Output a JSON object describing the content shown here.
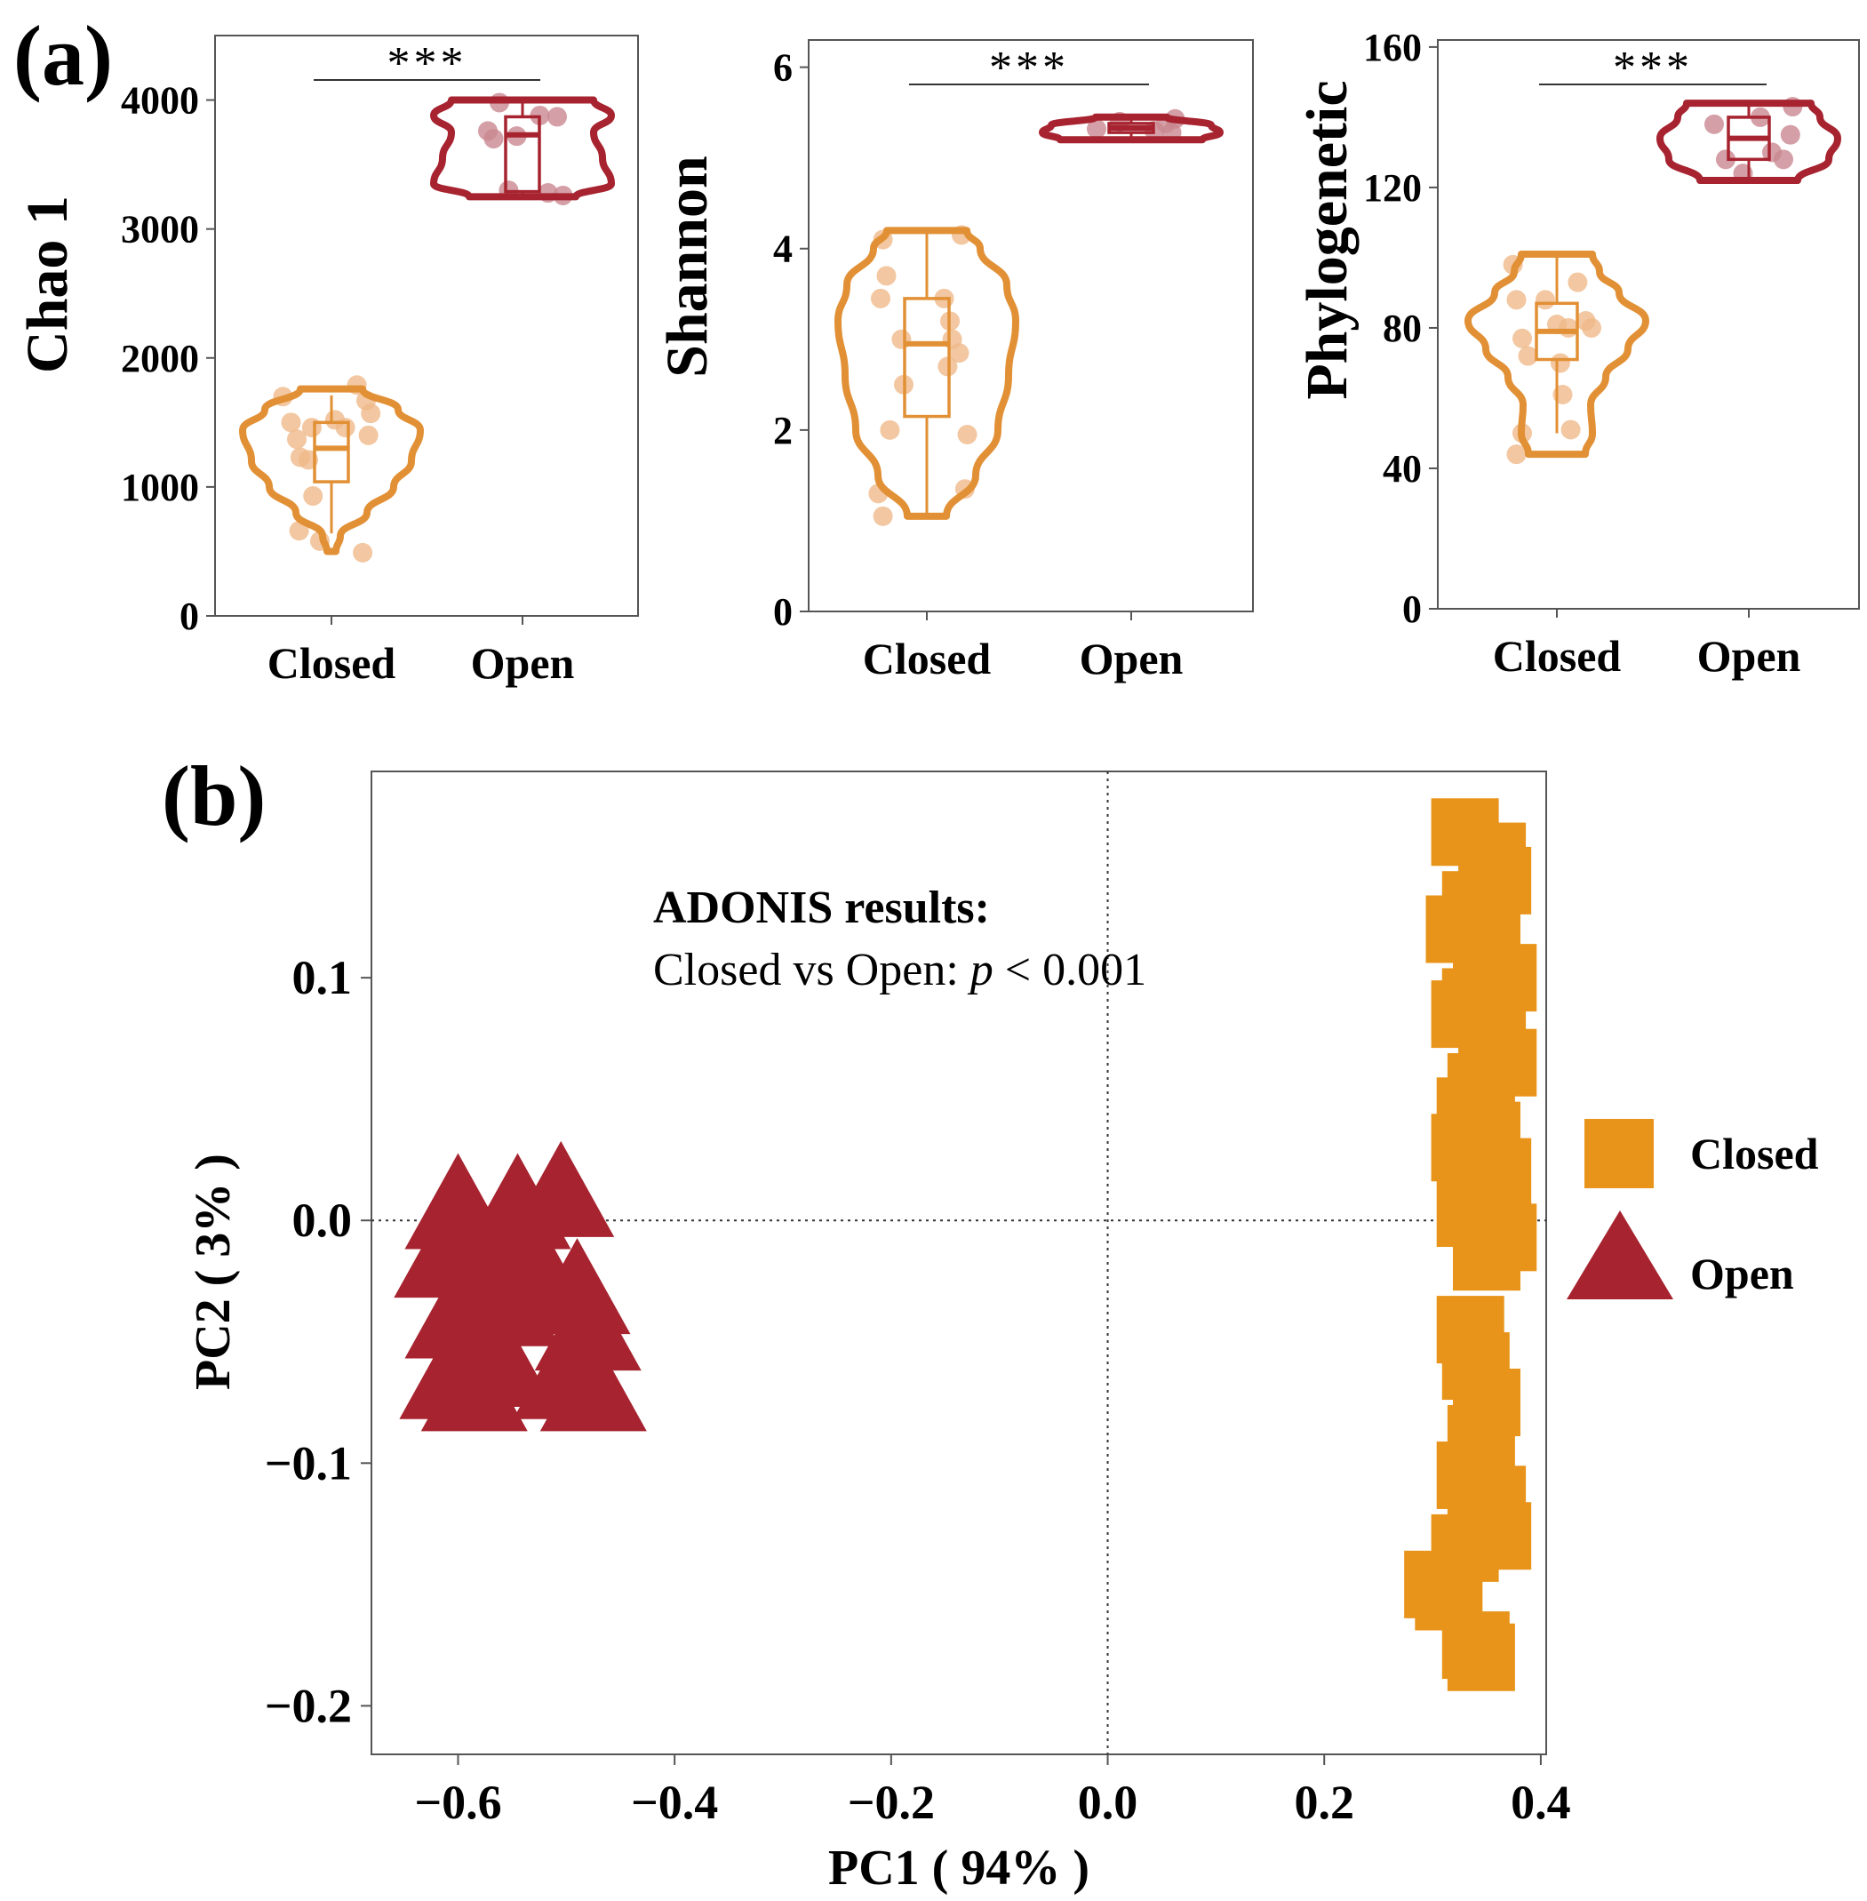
{
  "labels": {
    "panel_a": "(a)",
    "panel_b": "(b)"
  },
  "colors": {
    "closed": "#E8941A",
    "closed_violin": "#E29035",
    "closed_jitter": "#EFB98A",
    "open": "#A6232F",
    "open_jitter": "#C98790"
  },
  "chart_data": [
    {
      "type": "violin",
      "ylabel": "Chao 1",
      "categories": [
        "Closed",
        "Open"
      ],
      "ylim": [
        0,
        4500
      ],
      "yticks": [
        0,
        1000,
        2000,
        3000,
        4000
      ],
      "significance": "***",
      "groups": [
        {
          "name": "Closed",
          "color": "closed",
          "box": {
            "q1": 1040,
            "median": 1300,
            "q3": 1500,
            "whisker_low": 640,
            "whisker_high": 1710
          },
          "violin": [
            [
              500,
              5
            ],
            [
              620,
              10
            ],
            [
              800,
              40
            ],
            [
              1000,
              70
            ],
            [
              1200,
              90
            ],
            [
              1440,
              100
            ],
            [
              1600,
              75
            ],
            [
              1760,
              35
            ]
          ],
          "points": [
            [
              -0.42,
              1700
            ],
            [
              -0.35,
              1500
            ],
            [
              -0.3,
              1370
            ],
            [
              -0.27,
              1230
            ],
            [
              -0.2,
              1210
            ],
            [
              -0.17,
              1460
            ],
            [
              -0.28,
              660
            ],
            [
              -0.1,
              580
            ],
            [
              -0.16,
              930
            ],
            [
              0.03,
              1520
            ],
            [
              0.12,
              1460
            ],
            [
              0.22,
              1790
            ],
            [
              0.3,
              1670
            ],
            [
              0.34,
              1570
            ],
            [
              0.32,
              1400
            ],
            [
              0.27,
              490
            ]
          ]
        },
        {
          "name": "Open",
          "color": "open",
          "box": {
            "q1": 3290,
            "median": 3730,
            "q3": 3870,
            "whisker_low": 3250,
            "whisker_high": 4000
          },
          "violin": [
            [
              3250,
              60
            ],
            [
              3350,
              100
            ],
            [
              3550,
              90
            ],
            [
              3750,
              80
            ],
            [
              3880,
              100
            ],
            [
              4000,
              80
            ]
          ],
          "points": [
            [
              -0.3,
              3760
            ],
            [
              -0.25,
              3700
            ],
            [
              -0.2,
              3980
            ],
            [
              -0.12,
              3300
            ],
            [
              0.15,
              3880
            ],
            [
              0.22,
              3280
            ],
            [
              0.3,
              3870
            ],
            [
              0.35,
              3260
            ],
            [
              -0.05,
              3720
            ]
          ]
        }
      ]
    },
    {
      "type": "violin",
      "ylabel": "Shannon",
      "categories": [
        "Closed",
        "Open"
      ],
      "ylim": [
        0,
        6.3
      ],
      "yticks": [
        0,
        2,
        4,
        6
      ],
      "significance": "***",
      "groups": [
        {
          "name": "Closed",
          "color": "closed",
          "box": {
            "q1": 2.15,
            "median": 2.95,
            "q3": 3.45,
            "whisker_low": 1.05,
            "whisker_high": 4.2
          },
          "violin": [
            [
              1.05,
              22
            ],
            [
              1.5,
              55
            ],
            [
              2.0,
              80
            ],
            [
              2.6,
              92
            ],
            [
              3.2,
              100
            ],
            [
              3.6,
              90
            ],
            [
              4.0,
              60
            ],
            [
              4.2,
              45
            ]
          ],
          "points": [
            [
              -0.38,
              4.1
            ],
            [
              -0.35,
              3.7
            ],
            [
              -0.4,
              3.45
            ],
            [
              -0.22,
              3.0
            ],
            [
              -0.2,
              2.5
            ],
            [
              -0.32,
              2.0
            ],
            [
              -0.42,
              1.3
            ],
            [
              -0.38,
              1.05
            ],
            [
              0.15,
              3.45
            ],
            [
              0.2,
              3.2
            ],
            [
              0.22,
              3.0
            ],
            [
              0.18,
              2.7
            ],
            [
              0.28,
              2.85
            ],
            [
              0.3,
              4.15
            ],
            [
              0.35,
              1.95
            ],
            [
              0.33,
              1.35
            ]
          ]
        },
        {
          "name": "Open",
          "color": "open",
          "box": {
            "q1": 5.28,
            "median": 5.33,
            "q3": 5.38,
            "whisker_low": 5.2,
            "whisker_high": 5.45
          },
          "violin": [
            [
              5.2,
              80
            ],
            [
              5.28,
              100
            ],
            [
              5.36,
              90
            ],
            [
              5.45,
              40
            ]
          ],
          "points": [
            [
              -0.3,
              5.32
            ],
            [
              -0.1,
              5.4
            ],
            [
              0.2,
              5.3
            ],
            [
              0.3,
              5.38
            ],
            [
              0.35,
              5.28
            ],
            [
              0.38,
              5.43
            ]
          ]
        }
      ]
    },
    {
      "type": "violin",
      "ylabel": "Phylogenetic",
      "categories": [
        "Closed",
        "Open"
      ],
      "ylim": [
        0,
        162
      ],
      "yticks": [
        0,
        40,
        80,
        120,
        160
      ],
      "significance": "***",
      "groups": [
        {
          "name": "Closed",
          "color": "closed",
          "box": {
            "q1": 71,
            "median": 79,
            "q3": 87,
            "whisker_low": 50,
            "whisker_high": 100
          },
          "violin": [
            [
              44,
              32
            ],
            [
              50,
              40
            ],
            [
              58,
              38
            ],
            [
              66,
              55
            ],
            [
              74,
              80
            ],
            [
              82,
              100
            ],
            [
              90,
              70
            ],
            [
              96,
              48
            ],
            [
              101,
              40
            ]
          ],
          "points": [
            [
              -0.38,
              98
            ],
            [
              -0.35,
              88
            ],
            [
              -0.3,
              77
            ],
            [
              -0.25,
              72
            ],
            [
              -0.1,
              88
            ],
            [
              0.0,
              81
            ],
            [
              0.03,
              70
            ],
            [
              0.1,
              80
            ],
            [
              0.18,
              93
            ],
            [
              0.25,
              82
            ],
            [
              0.3,
              80
            ],
            [
              0.05,
              61
            ],
            [
              -0.3,
              50
            ],
            [
              -0.35,
              44
            ],
            [
              0.12,
              51
            ]
          ]
        },
        {
          "name": "Open",
          "color": "open",
          "box": {
            "q1": 128,
            "median": 134,
            "q3": 140,
            "whisker_low": 122,
            "whisker_high": 144
          },
          "violin": [
            [
              122,
              55
            ],
            [
              128,
              90
            ],
            [
              134,
              100
            ],
            [
              140,
              80
            ],
            [
              144,
              70
            ]
          ],
          "points": [
            [
              -0.3,
              138
            ],
            [
              -0.2,
              128
            ],
            [
              0.1,
              140
            ],
            [
              0.2,
              130
            ],
            [
              0.3,
              128
            ],
            [
              0.36,
              135
            ],
            [
              0.38,
              143
            ],
            [
              -0.05,
              124
            ]
          ]
        }
      ]
    },
    {
      "type": "scatter",
      "xlabel": "PC1 ( 94% )",
      "ylabel": "PC2 ( 3% )",
      "xlim": [
        -0.68,
        0.405
      ],
      "ylim": [
        -0.22,
        0.185
      ],
      "xticks": [
        -0.6,
        -0.4,
        -0.2,
        0.0,
        0.2,
        0.4
      ],
      "xtick_labels": [
        "−0.6",
        "−0.4",
        "−0.2",
        "0.0",
        "0.2",
        "0.4"
      ],
      "yticks": [
        -0.2,
        -0.1,
        0.0,
        0.1
      ],
      "ytick_labels": [
        "−0.2",
        "−0.1",
        "0.0",
        "0.1"
      ],
      "reference_lines": {
        "x": 0.0,
        "y": 0.0
      },
      "annotation": {
        "title": "ADONIS results:",
        "text_prefix": "Closed vs Open: ",
        "p_symbol": "p",
        "text_suffix": " < 0.001"
      },
      "legend": {
        "position": "right",
        "entries": [
          "Closed",
          "Open"
        ]
      },
      "series": [
        {
          "name": "Closed",
          "marker": "square",
          "color": "closed",
          "points": [
            [
              0.33,
              0.16
            ],
            [
              0.355,
              0.15
            ],
            [
              0.36,
              0.14
            ],
            [
              0.34,
              0.13
            ],
            [
              0.325,
              0.12
            ],
            [
              0.35,
              0.115
            ],
            [
              0.365,
              0.1
            ],
            [
              0.34,
              0.09
            ],
            [
              0.33,
              0.085
            ],
            [
              0.355,
              0.075
            ],
            [
              0.365,
              0.065
            ],
            [
              0.345,
              0.055
            ],
            [
              0.335,
              0.045
            ],
            [
              0.35,
              0.035
            ],
            [
              0.33,
              0.03
            ],
            [
              0.36,
              0.02
            ],
            [
              0.345,
              0.01
            ],
            [
              0.335,
              0.003
            ],
            [
              0.365,
              -0.007
            ],
            [
              0.35,
              -0.015
            ],
            [
              0.335,
              -0.045
            ],
            [
              0.34,
              -0.06
            ],
            [
              0.35,
              -0.075
            ],
            [
              0.345,
              -0.09
            ],
            [
              0.335,
              -0.105
            ],
            [
              0.355,
              -0.115
            ],
            [
              0.345,
              -0.125
            ],
            [
              0.33,
              -0.135
            ],
            [
              0.36,
              -0.13
            ],
            [
              0.305,
              -0.15
            ],
            [
              0.315,
              -0.155
            ],
            [
              0.34,
              -0.175
            ],
            [
              0.345,
              -0.18
            ]
          ]
        },
        {
          "name": "Open",
          "marker": "triangle",
          "color": "open",
          "points": [
            [
              -0.6,
              0.005
            ],
            [
              -0.545,
              0.005
            ],
            [
              -0.505,
              0.01
            ],
            [
              -0.61,
              -0.015
            ],
            [
              -0.57,
              -0.02
            ],
            [
              -0.535,
              -0.015
            ],
            [
              -0.49,
              -0.03
            ],
            [
              -0.6,
              -0.04
            ],
            [
              -0.555,
              -0.035
            ],
            [
              -0.52,
              -0.03
            ],
            [
              -0.48,
              -0.045
            ],
            [
              -0.605,
              -0.065
            ],
            [
              -0.56,
              -0.06
            ],
            [
              -0.5,
              -0.065
            ],
            [
              -0.475,
              -0.07
            ],
            [
              -0.585,
              -0.07
            ]
          ]
        }
      ]
    }
  ]
}
